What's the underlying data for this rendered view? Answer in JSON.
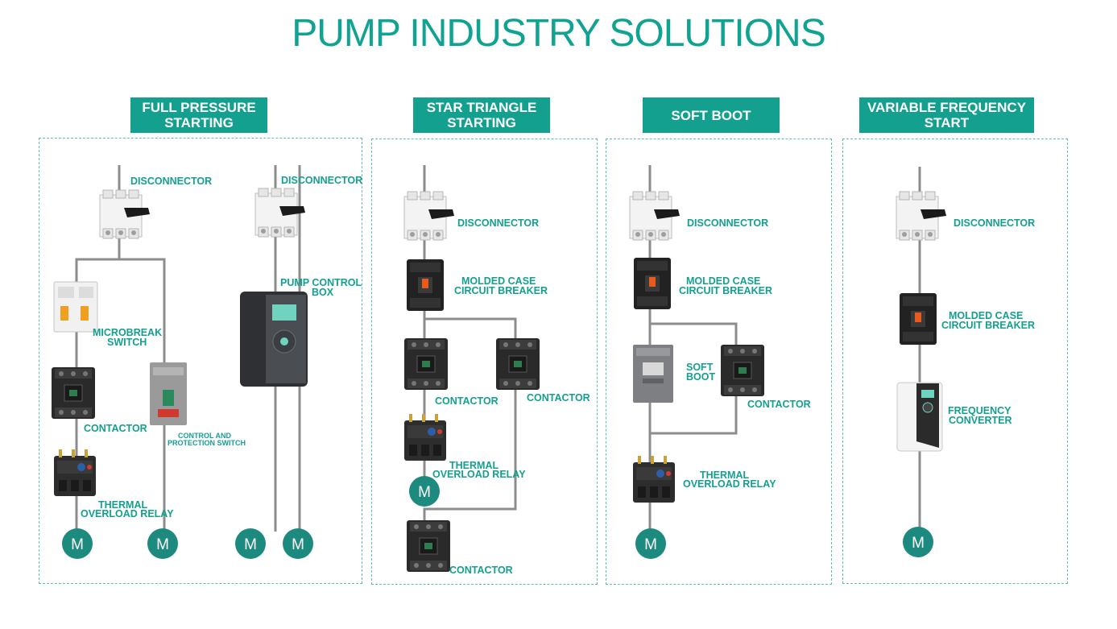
{
  "title": "PUMP INDUSTRY SOLUTIONS",
  "sections": [
    {
      "header": "FULL PRESSURE\nSTARTING"
    },
    {
      "header": "STAR TRIANGLE\nSTARTING"
    },
    {
      "header": "SOFT BOOT"
    },
    {
      "header": "VARIABLE FREQUENCY\nSTART"
    }
  ],
  "labels": {
    "disconnector": "DISCONNECTOR",
    "mccb_1": "MOLDED CASE",
    "mccb_2": "CIRCUIT BREAKER",
    "contactor": "CONTACTOR",
    "thermal_1": "THERMAL",
    "thermal_2": "OVERLOAD RELAY",
    "microbreak_1": "MICROBREAK",
    "microbreak_2": "SWITCH",
    "cps_1": "CONTROL AND",
    "cps_2": "PROTECTION SWITCH",
    "pcb_1": "PUMP CONTROL",
    "pcb_2": "BOX",
    "soft_1": "SOFT",
    "soft_2": "BOOT",
    "freq_1": "FREQUENCY",
    "freq_2": "CONVERTER",
    "motor": "M"
  },
  "colors": {
    "accent": "#14a08f",
    "title": "#10a392",
    "motor": "#1d8a7f",
    "wire": "#8c8c8c",
    "panel_border": "#5fbdb3"
  }
}
